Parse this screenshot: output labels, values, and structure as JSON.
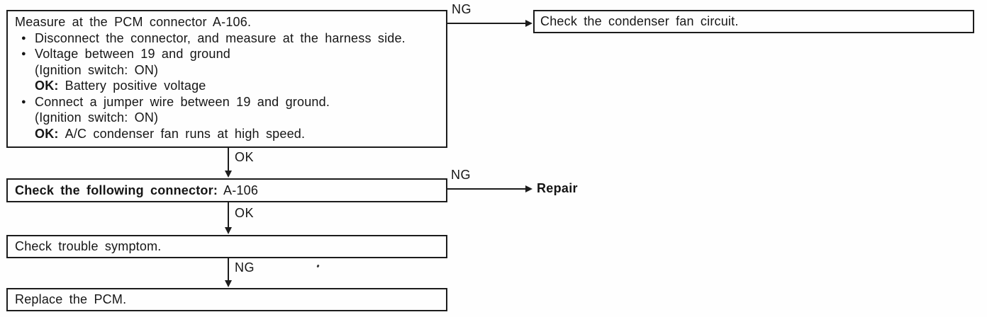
{
  "page": {
    "background": "#fefefe",
    "ink": "#161616"
  },
  "icons": {
    "bullet": "●"
  },
  "edges": {
    "ng_top_label": "NG",
    "ok1_label": "OK",
    "ng_right_label": "NG",
    "ok2_label": "OK",
    "ng_down_label": "NG"
  },
  "flow": {
    "step1": {
      "title": "Measure at the PCM connector A-106.",
      "bullet1": "Disconnect the connector, and measure at the harness side.",
      "bullet2": "Voltage between 19 and ground",
      "cond1": "(Ignition switch: ON)",
      "ok_key1": "OK:",
      "ok_value1": "Battery positive voltage",
      "bullet3": "Connect a jumper wire between 19 and ground.",
      "cond2": "(Ignition switch: ON)",
      "ok_key2": "OK:",
      "ok_value2": "A/C condenser fan runs at high speed.",
      "ng_result": "Check the condenser fan circuit."
    },
    "step2": {
      "title_bold": "Check the following connector:",
      "connector_id": "A-106",
      "ng_result": "Repair"
    },
    "step3": {
      "title": "Check trouble symptom."
    },
    "step4": {
      "title": "Replace the PCM."
    }
  }
}
